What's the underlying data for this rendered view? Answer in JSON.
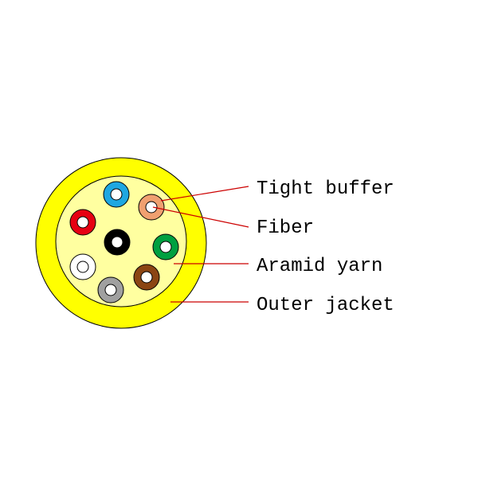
{
  "diagram": {
    "type": "fiber-optic-cable-cross-section",
    "colors": {
      "outer_jacket": "#ffff00",
      "aramid_yarn": "#ffffa0",
      "fiber_core": "#ffffff",
      "callout_line": "#cc0000",
      "outline": "#000000"
    },
    "fibers": [
      {
        "name": "fiber-blue",
        "color": "#1ea7e1"
      },
      {
        "name": "fiber-orange",
        "color": "#f0a070"
      },
      {
        "name": "fiber-red",
        "color": "#e60012"
      },
      {
        "name": "fiber-black",
        "color": "#000000"
      },
      {
        "name": "fiber-green",
        "color": "#00a040"
      },
      {
        "name": "fiber-white",
        "color": "#ffffff"
      },
      {
        "name": "fiber-brown",
        "color": "#8b4513"
      },
      {
        "name": "fiber-gray",
        "color": "#a0a0a0"
      }
    ],
    "labels": {
      "tight_buffer": "Tight buffer",
      "fiber": "Fiber",
      "aramid_yarn": "Aramid yarn",
      "outer_jacket": "Outer jacket"
    }
  }
}
